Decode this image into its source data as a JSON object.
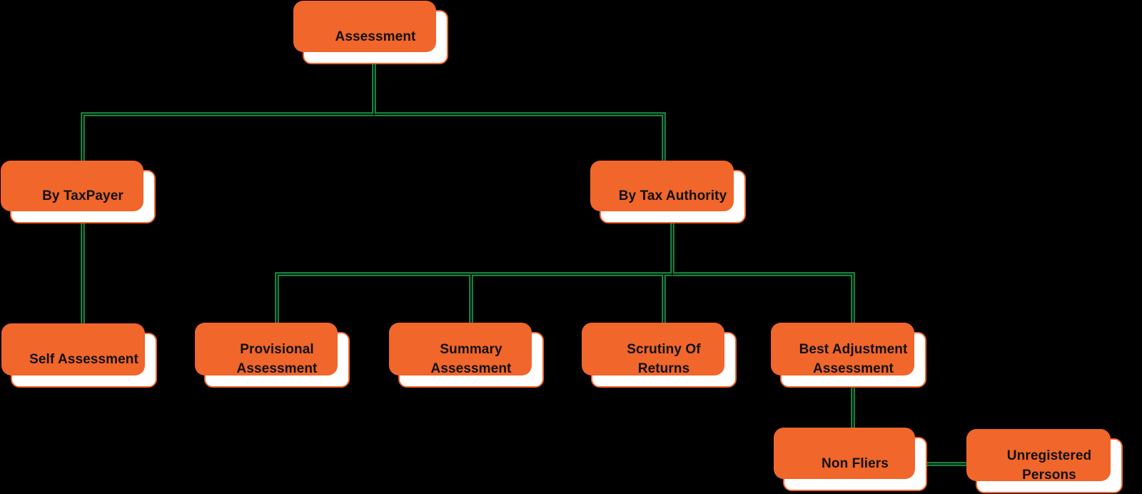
{
  "diagram": {
    "type": "flowchart",
    "root_label": "Assessment",
    "colors": {
      "background": "#000000",
      "node_fill": "#FFFFFF",
      "node_shadow": "#F0662B",
      "node_border": "#F0662B",
      "connector": "#1B9148",
      "text": "#111111"
    },
    "nodes": [
      {
        "id": "assessment",
        "label": "Assessment"
      },
      {
        "id": "by-taxpayer",
        "label": "By TaxPayer"
      },
      {
        "id": "by-tax-authority",
        "label": "By Tax Authority"
      },
      {
        "id": "self-assessment",
        "label": "Self Assessment"
      },
      {
        "id": "provisional-assessment",
        "label": "Provisional Assessment"
      },
      {
        "id": "summary-assessment",
        "label": "Summary Assessment"
      },
      {
        "id": "scrutiny-of-returns",
        "label": "Scrutiny Of Returns"
      },
      {
        "id": "best-adjustment-assessment",
        "label": "Best Adjustment Assessment"
      },
      {
        "id": "non-fliers",
        "label": "Non Fliers"
      },
      {
        "id": "unregistered-persons",
        "label": "Unregistered Persons"
      }
    ],
    "edges": [
      {
        "from": "assessment",
        "to": "by-taxpayer"
      },
      {
        "from": "assessment",
        "to": "by-tax-authority"
      },
      {
        "from": "by-taxpayer",
        "to": "self-assessment"
      },
      {
        "from": "by-tax-authority",
        "to": "provisional-assessment"
      },
      {
        "from": "by-tax-authority",
        "to": "summary-assessment"
      },
      {
        "from": "by-tax-authority",
        "to": "scrutiny-of-returns"
      },
      {
        "from": "by-tax-authority",
        "to": "best-adjustment-assessment"
      },
      {
        "from": "best-adjustment-assessment",
        "to": "non-fliers"
      },
      {
        "from": "non-fliers",
        "to": "unregistered-persons"
      }
    ]
  }
}
